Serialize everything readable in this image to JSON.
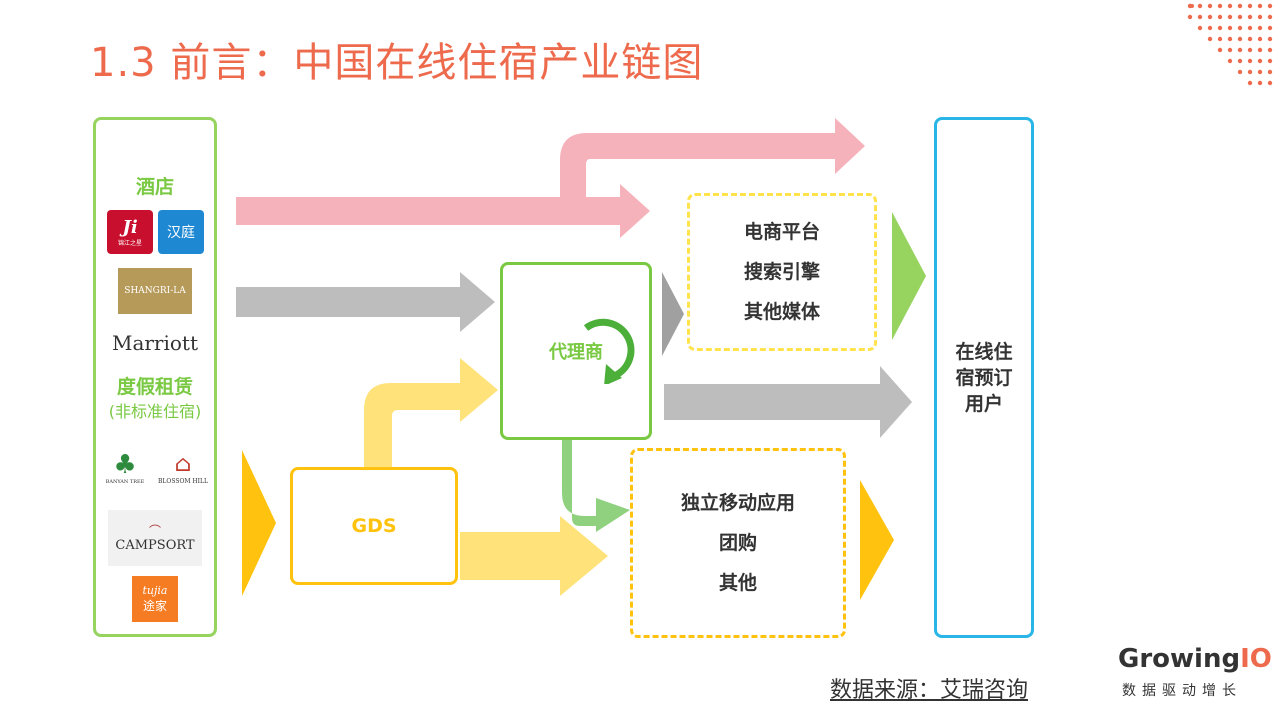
{
  "title": "1.3 前言：中国在线住宿产业链图",
  "left_panel": {
    "hotel_label": "酒店",
    "hotel_logos": [
      {
        "name": "jinjiang-logo",
        "text": "锦江之星"
      },
      {
        "name": "hanting-logo",
        "text": "汉庭"
      },
      {
        "name": "shangrila-logo",
        "text": "SHANGRI-LA"
      },
      {
        "name": "marriott-logo",
        "text": "Marriott"
      }
    ],
    "rental_label": "度假租赁",
    "rental_sublabel": "(非标准住宿)",
    "rental_logos": [
      {
        "name": "banyan-tree-logo",
        "text": "BANYAN TREE"
      },
      {
        "name": "blossom-hill-logo",
        "text": "BLOSSOM HILL"
      },
      {
        "name": "campsort-logo",
        "text": "CAMPSORT"
      },
      {
        "name": "tujia-logo",
        "text": "途家"
      }
    ]
  },
  "gds": {
    "label": "GDS"
  },
  "agent": {
    "label": "代理商"
  },
  "platforms": {
    "lines": [
      "电商平台",
      "搜索引擎",
      "其他媒体"
    ]
  },
  "apps": {
    "lines": [
      "独立移动应用",
      "团购",
      "其他"
    ]
  },
  "users": {
    "label": "在线住宿预订用户"
  },
  "source": "数据来源：艾瑞咨询",
  "brand": {
    "name_prefix": "Growing",
    "name_suffix": "IO",
    "tagline": "数据驱动增长"
  },
  "colors": {
    "title": "#ee6a4d",
    "green": "#96d35f",
    "pink": "#f6b2bb",
    "gray": "#bdbdbd",
    "yellow": "#ffe27a",
    "gold": "#ffc20e",
    "blue": "#29b6e6",
    "arrow_green": "#8fd17e"
  }
}
